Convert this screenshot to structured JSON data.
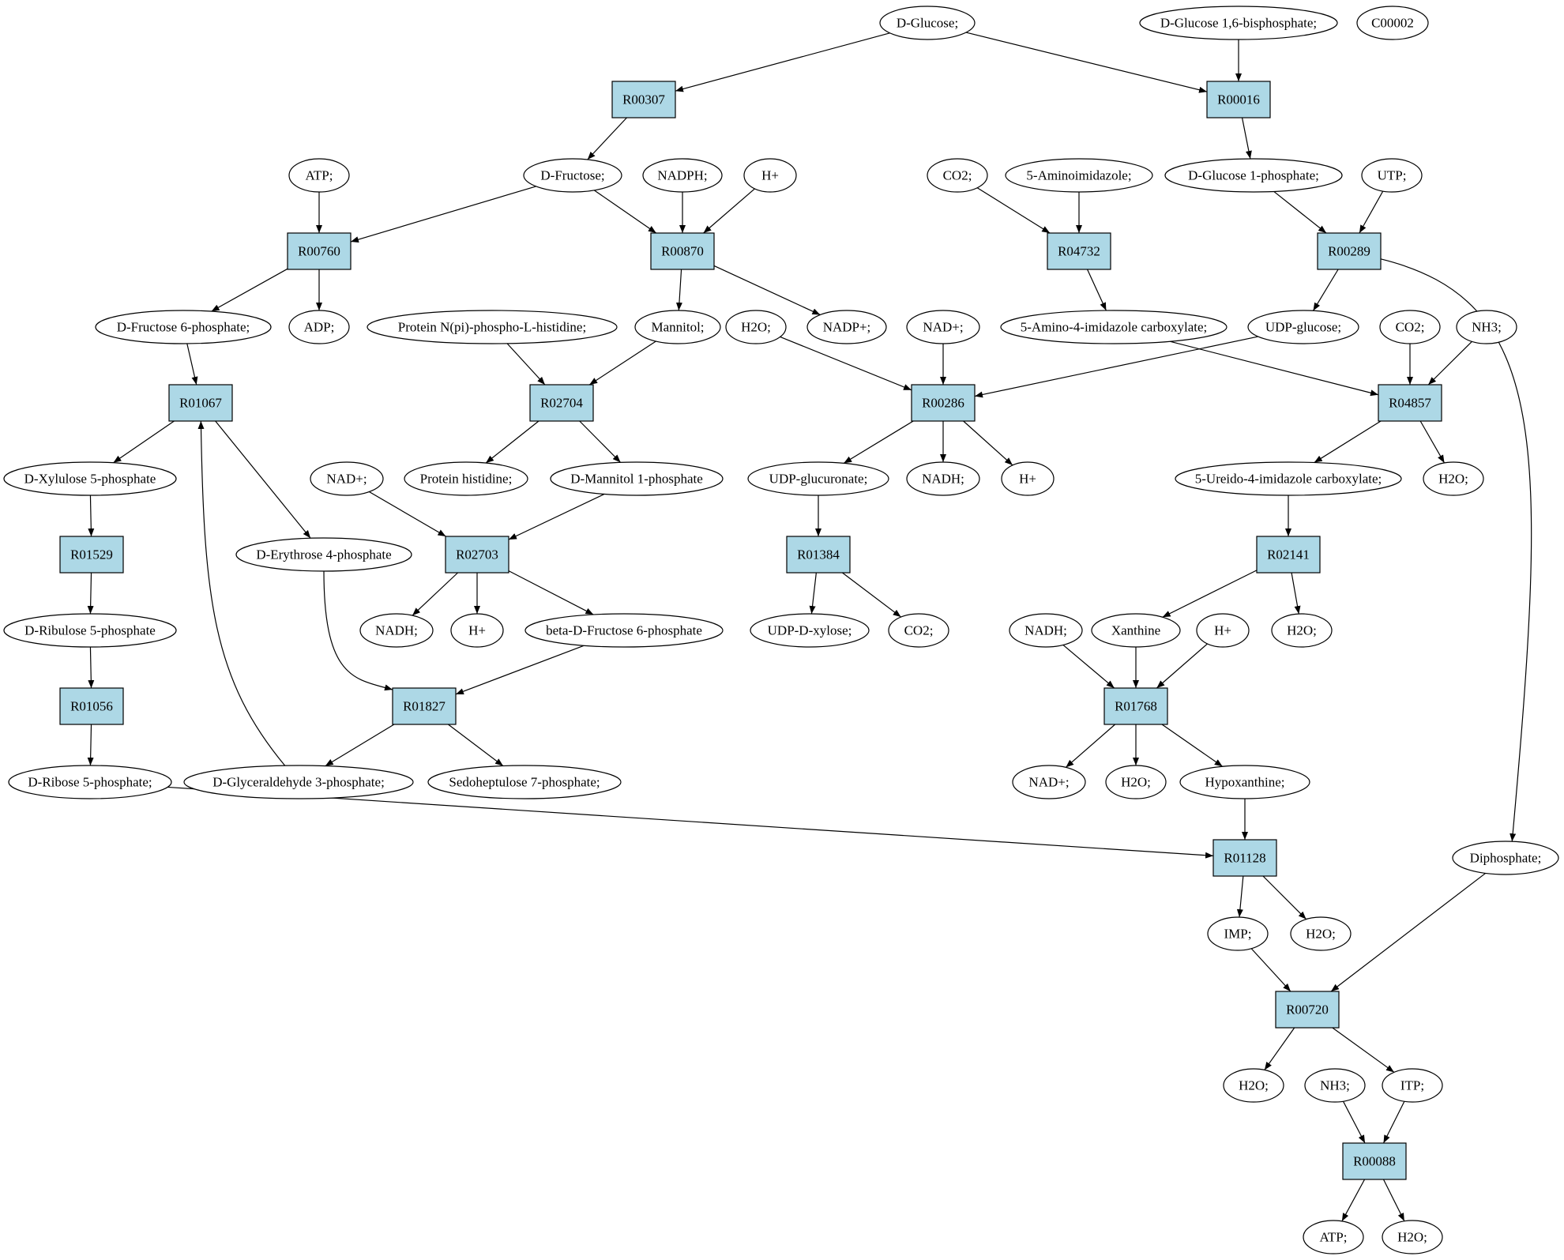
{
  "colors": {
    "reaction_fill": "#add8e6",
    "compound_fill": "#ffffff",
    "start_fill": "#00ff00",
    "target_fill": "#ffff00",
    "stroke": "#000000"
  },
  "nodes": [
    {
      "id": "c_glucose",
      "label": "D-Glucose;",
      "kind": "start"
    },
    {
      "id": "c_glc16bp",
      "label": "D-Glucose 1,6-bisphosphate;",
      "kind": "compound"
    },
    {
      "id": "c_c00002",
      "label": "C00002",
      "kind": "target"
    },
    {
      "id": "r_R00307",
      "label": "R00307",
      "kind": "reaction"
    },
    {
      "id": "r_R00016",
      "label": "R00016",
      "kind": "reaction"
    },
    {
      "id": "c_atp1",
      "label": "ATP;",
      "kind": "compound"
    },
    {
      "id": "c_fructose",
      "label": "D-Fructose;",
      "kind": "compound"
    },
    {
      "id": "c_nadph",
      "label": "NADPH;",
      "kind": "compound"
    },
    {
      "id": "c_h1",
      "label": "H+",
      "kind": "compound"
    },
    {
      "id": "c_co2_1",
      "label": "CO2;",
      "kind": "compound"
    },
    {
      "id": "c_aminoimid",
      "label": "5-Aminoimidazole;",
      "kind": "compound"
    },
    {
      "id": "c_glc1p",
      "label": "D-Glucose 1-phosphate;",
      "kind": "compound"
    },
    {
      "id": "c_utp",
      "label": "UTP;",
      "kind": "compound"
    },
    {
      "id": "r_R00760",
      "label": "R00760",
      "kind": "reaction"
    },
    {
      "id": "r_R00870",
      "label": "R00870",
      "kind": "reaction"
    },
    {
      "id": "r_R04732",
      "label": "R04732",
      "kind": "reaction"
    },
    {
      "id": "r_R00289",
      "label": "R00289",
      "kind": "reaction"
    },
    {
      "id": "c_f6p",
      "label": "D-Fructose 6-phosphate;",
      "kind": "compound"
    },
    {
      "id": "c_adp",
      "label": "ADP;",
      "kind": "compound"
    },
    {
      "id": "c_protnphis",
      "label": "Protein N(pi)-phospho-L-histidine;",
      "kind": "compound"
    },
    {
      "id": "c_mannitol",
      "label": "Mannitol;",
      "kind": "compound"
    },
    {
      "id": "c_h2o_1",
      "label": "H2O;",
      "kind": "compound"
    },
    {
      "id": "c_nadp",
      "label": "NADP+;",
      "kind": "compound"
    },
    {
      "id": "c_nad_1",
      "label": "NAD+;",
      "kind": "compound"
    },
    {
      "id": "c_aicarbox",
      "label": "5-Amino-4-imidazole carboxylate;",
      "kind": "compound"
    },
    {
      "id": "c_udpglc",
      "label": "UDP-glucose;",
      "kind": "compound"
    },
    {
      "id": "c_co2_2",
      "label": "CO2;",
      "kind": "compound"
    },
    {
      "id": "c_nh3_1",
      "label": "NH3;",
      "kind": "compound"
    },
    {
      "id": "r_R01067",
      "label": "R01067",
      "kind": "reaction"
    },
    {
      "id": "r_R02704",
      "label": "R02704",
      "kind": "reaction"
    },
    {
      "id": "r_R00286",
      "label": "R00286",
      "kind": "reaction"
    },
    {
      "id": "r_R04857",
      "label": "R04857",
      "kind": "reaction"
    },
    {
      "id": "c_x5p",
      "label": "D-Xylulose 5-phosphate",
      "kind": "compound"
    },
    {
      "id": "c_nad_2",
      "label": "NAD+;",
      "kind": "compound"
    },
    {
      "id": "c_prothis",
      "label": "Protein histidine;",
      "kind": "compound"
    },
    {
      "id": "c_m1p",
      "label": "D-Mannitol 1-phosphate",
      "kind": "compound"
    },
    {
      "id": "c_udpglcur",
      "label": "UDP-glucuronate;",
      "kind": "compound"
    },
    {
      "id": "c_nadh_1",
      "label": "NADH;",
      "kind": "compound"
    },
    {
      "id": "c_h2",
      "label": "H+",
      "kind": "compound"
    },
    {
      "id": "c_uicarbox",
      "label": "5-Ureido-4-imidazole carboxylate;",
      "kind": "compound"
    },
    {
      "id": "c_h2o_2",
      "label": "H2O;",
      "kind": "compound"
    },
    {
      "id": "r_R01529",
      "label": "R01529",
      "kind": "reaction"
    },
    {
      "id": "c_e4p",
      "label": "D-Erythrose 4-phosphate",
      "kind": "compound"
    },
    {
      "id": "r_R02703",
      "label": "R02703",
      "kind": "reaction"
    },
    {
      "id": "r_R01384",
      "label": "R01384",
      "kind": "reaction"
    },
    {
      "id": "r_R02141",
      "label": "R02141",
      "kind": "reaction"
    },
    {
      "id": "c_ru5p",
      "label": "D-Ribulose 5-phosphate",
      "kind": "compound"
    },
    {
      "id": "c_nadh_2",
      "label": "NADH;",
      "kind": "compound"
    },
    {
      "id": "c_h3",
      "label": "H+",
      "kind": "compound"
    },
    {
      "id": "c_bf6p",
      "label": "beta-D-Fructose 6-phosphate",
      "kind": "compound"
    },
    {
      "id": "c_udpxyl",
      "label": "UDP-D-xylose;",
      "kind": "compound"
    },
    {
      "id": "c_co2_3",
      "label": "CO2;",
      "kind": "compound"
    },
    {
      "id": "c_nadh_3",
      "label": "NADH;",
      "kind": "compound"
    },
    {
      "id": "c_xanthine",
      "label": "Xanthine",
      "kind": "compound"
    },
    {
      "id": "c_h4",
      "label": "H+",
      "kind": "compound"
    },
    {
      "id": "c_h2o_3",
      "label": "H2O;",
      "kind": "compound"
    },
    {
      "id": "r_R01056",
      "label": "R01056",
      "kind": "reaction"
    },
    {
      "id": "r_R01827",
      "label": "R01827",
      "kind": "reaction"
    },
    {
      "id": "r_R01768",
      "label": "R01768",
      "kind": "reaction"
    },
    {
      "id": "c_r5p",
      "label": "D-Ribose 5-phosphate;",
      "kind": "compound"
    },
    {
      "id": "c_g3p",
      "label": "D-Glyceraldehyde 3-phosphate;",
      "kind": "compound"
    },
    {
      "id": "c_s7p",
      "label": "Sedoheptulose 7-phosphate;",
      "kind": "compound"
    },
    {
      "id": "c_nad_3",
      "label": "NAD+;",
      "kind": "compound"
    },
    {
      "id": "c_h2o_4",
      "label": "H2O;",
      "kind": "compound"
    },
    {
      "id": "c_hypox",
      "label": "Hypoxanthine;",
      "kind": "compound"
    },
    {
      "id": "r_R01128",
      "label": "R01128",
      "kind": "reaction"
    },
    {
      "id": "c_diphos",
      "label": "Diphosphate;",
      "kind": "compound"
    },
    {
      "id": "c_imp",
      "label": "IMP;",
      "kind": "compound"
    },
    {
      "id": "c_h2o_5",
      "label": "H2O;",
      "kind": "compound"
    },
    {
      "id": "r_R00720",
      "label": "R00720",
      "kind": "reaction"
    },
    {
      "id": "c_h2o_6",
      "label": "H2O;",
      "kind": "compound"
    },
    {
      "id": "c_nh3_2",
      "label": "NH3;",
      "kind": "compound"
    },
    {
      "id": "c_itp",
      "label": "ITP;",
      "kind": "compound"
    },
    {
      "id": "r_R00088",
      "label": "R00088",
      "kind": "reaction"
    },
    {
      "id": "c_atp2",
      "label": "ATP;",
      "kind": "compound"
    },
    {
      "id": "c_h2o_7",
      "label": "H2O;",
      "kind": "compound"
    }
  ],
  "edges": [
    [
      "c_glucose",
      "r_R00307"
    ],
    [
      "c_glucose",
      "r_R00016"
    ],
    [
      "c_glc16bp",
      "r_R00016"
    ],
    [
      "r_R00307",
      "c_fructose"
    ],
    [
      "r_R00016",
      "c_glc1p"
    ],
    [
      "c_atp1",
      "r_R00760"
    ],
    [
      "c_fructose",
      "r_R00760"
    ],
    [
      "c_fructose",
      "r_R00870"
    ],
    [
      "c_nadph",
      "r_R00870"
    ],
    [
      "c_h1",
      "r_R00870"
    ],
    [
      "c_co2_1",
      "r_R04732"
    ],
    [
      "c_aminoimid",
      "r_R04732"
    ],
    [
      "c_glc1p",
      "r_R00289"
    ],
    [
      "c_utp",
      "r_R00289"
    ],
    [
      "r_R00760",
      "c_f6p"
    ],
    [
      "r_R00760",
      "c_adp"
    ],
    [
      "r_R00870",
      "c_mannitol"
    ],
    [
      "r_R00870",
      "c_nadp"
    ],
    [
      "r_R04732",
      "c_aicarbox"
    ],
    [
      "r_R00289",
      "c_udpglc"
    ],
    [
      "r_R00289",
      "c_diphos"
    ],
    [
      "c_f6p",
      "r_R01067"
    ],
    [
      "c_protnphis",
      "r_R02704"
    ],
    [
      "c_mannitol",
      "r_R02704"
    ],
    [
      "c_h2o_1",
      "r_R00286"
    ],
    [
      "c_nad_1",
      "r_R00286"
    ],
    [
      "c_udpglc",
      "r_R00286"
    ],
    [
      "c_aicarbox",
      "r_R04857"
    ],
    [
      "c_co2_2",
      "r_R04857"
    ],
    [
      "c_nh3_1",
      "r_R04857"
    ],
    [
      "r_R01067",
      "c_x5p"
    ],
    [
      "r_R01067",
      "c_e4p"
    ],
    [
      "r_R02704",
      "c_prothis"
    ],
    [
      "r_R02704",
      "c_m1p"
    ],
    [
      "r_R00286",
      "c_udpglcur"
    ],
    [
      "r_R00286",
      "c_nadh_1"
    ],
    [
      "r_R00286",
      "c_h2"
    ],
    [
      "r_R04857",
      "c_uicarbox"
    ],
    [
      "r_R04857",
      "c_h2o_2"
    ],
    [
      "c_x5p",
      "r_R01529"
    ],
    [
      "c_nad_2",
      "r_R02703"
    ],
    [
      "c_m1p",
      "r_R02703"
    ],
    [
      "c_udpglcur",
      "r_R01384"
    ],
    [
      "c_uicarbox",
      "r_R02141"
    ],
    [
      "r_R01529",
      "c_ru5p"
    ],
    [
      "r_R02703",
      "c_nadh_2"
    ],
    [
      "r_R02703",
      "c_h3"
    ],
    [
      "r_R02703",
      "c_bf6p"
    ],
    [
      "r_R01384",
      "c_udpxyl"
    ],
    [
      "r_R01384",
      "c_co2_3"
    ],
    [
      "r_R02141",
      "c_xanthine"
    ],
    [
      "r_R02141",
      "c_h2o_3"
    ],
    [
      "c_ru5p",
      "r_R01056"
    ],
    [
      "c_e4p",
      "r_R01827"
    ],
    [
      "c_bf6p",
      "r_R01827"
    ],
    [
      "c_nadh_3",
      "r_R01768"
    ],
    [
      "c_xanthine",
      "r_R01768"
    ],
    [
      "c_h4",
      "r_R01768"
    ],
    [
      "r_R01056",
      "c_r5p"
    ],
    [
      "r_R01827",
      "c_g3p"
    ],
    [
      "r_R01827",
      "c_s7p"
    ],
    [
      "c_g3p",
      "r_R01067"
    ],
    [
      "r_R01768",
      "c_nad_3"
    ],
    [
      "r_R01768",
      "c_h2o_4"
    ],
    [
      "r_R01768",
      "c_hypox"
    ],
    [
      "c_r5p",
      "r_R01128"
    ],
    [
      "c_hypox",
      "r_R01128"
    ],
    [
      "r_R01128",
      "c_imp"
    ],
    [
      "r_R01128",
      "c_h2o_5"
    ],
    [
      "c_imp",
      "r_R00720"
    ],
    [
      "c_diphos",
      "r_R00720"
    ],
    [
      "r_R00720",
      "c_h2o_6"
    ],
    [
      "r_R00720",
      "c_itp"
    ],
    [
      "c_nh3_2",
      "r_R00088"
    ],
    [
      "c_itp",
      "r_R00088"
    ],
    [
      "r_R00088",
      "c_atp2"
    ],
    [
      "r_R00088",
      "c_h2o_7"
    ]
  ]
}
